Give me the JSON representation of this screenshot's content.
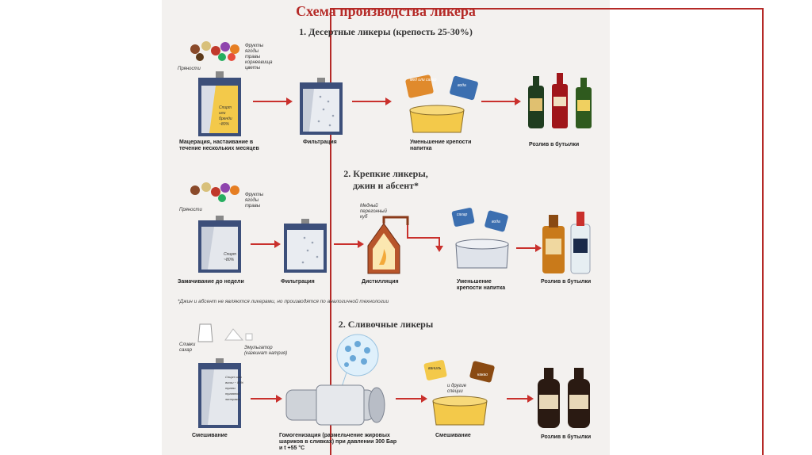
{
  "title": "Схема производства ликера",
  "sections": {
    "s1": {
      "heading": "1. Десертные ликеры (крепость 25-30%)",
      "ingredients": [
        "Фрукты",
        "ягоды",
        "травы",
        "корнеевища",
        "цветы"
      ],
      "spices": "Пряности",
      "tank_label": [
        "Спирт",
        "или",
        "бренди",
        "~80%"
      ],
      "pack_labels": [
        "мед или сахар",
        "вода"
      ],
      "steps": [
        "Мацерация, настаивание в течение нескольких месяцев",
        "Фильтрация",
        "Уменьшение крепости напитка",
        "Розлив в бутылки"
      ]
    },
    "s2": {
      "heading_line1": "2. Крепкие ликеры,",
      "heading_line2": "джин и абсент*",
      "ingredients": [
        "Фрукты",
        "ягоды",
        "травы"
      ],
      "spices": "Пряности",
      "tank_label": [
        "Спирт",
        "~80%"
      ],
      "still_label": [
        "Медный",
        "перегонный",
        "куб"
      ],
      "pack_labels": [
        "сахар",
        "вода"
      ],
      "steps": [
        "Замачивание до недели",
        "Фильтрация",
        "Дистилляция",
        "Уменьшение крепости напитка",
        "Розлив в бутылки"
      ],
      "footnote": "*Джин и абсент не являются ликерами, но производятся по аналогичной технологии"
    },
    "s3": {
      "heading": "2. Сливочные ликеры",
      "left_labels": [
        "Сливки",
        "сахар"
      ],
      "emulsifier": [
        "Эмульгатор",
        "(казеинат натрия)"
      ],
      "tank_label": [
        "Спирт или виски ~ 80%",
        "травы",
        "травяной",
        "экстракт"
      ],
      "pack_labels": [
        "ваниль",
        "какао"
      ],
      "spices_note": [
        "и другие",
        "специи"
      ],
      "steps": [
        "Смешивание",
        "Гомогенизация (размельчение жировых шариков в сливках) при давлении 300 Бар и t +55 °C",
        "Смешивание",
        "Розлив в бутылки"
      ]
    }
  },
  "colors": {
    "accent": "#b52a27",
    "tank": "#3c4f7a",
    "liquid": "#f3c94a",
    "arrow": "#c9302c"
  }
}
